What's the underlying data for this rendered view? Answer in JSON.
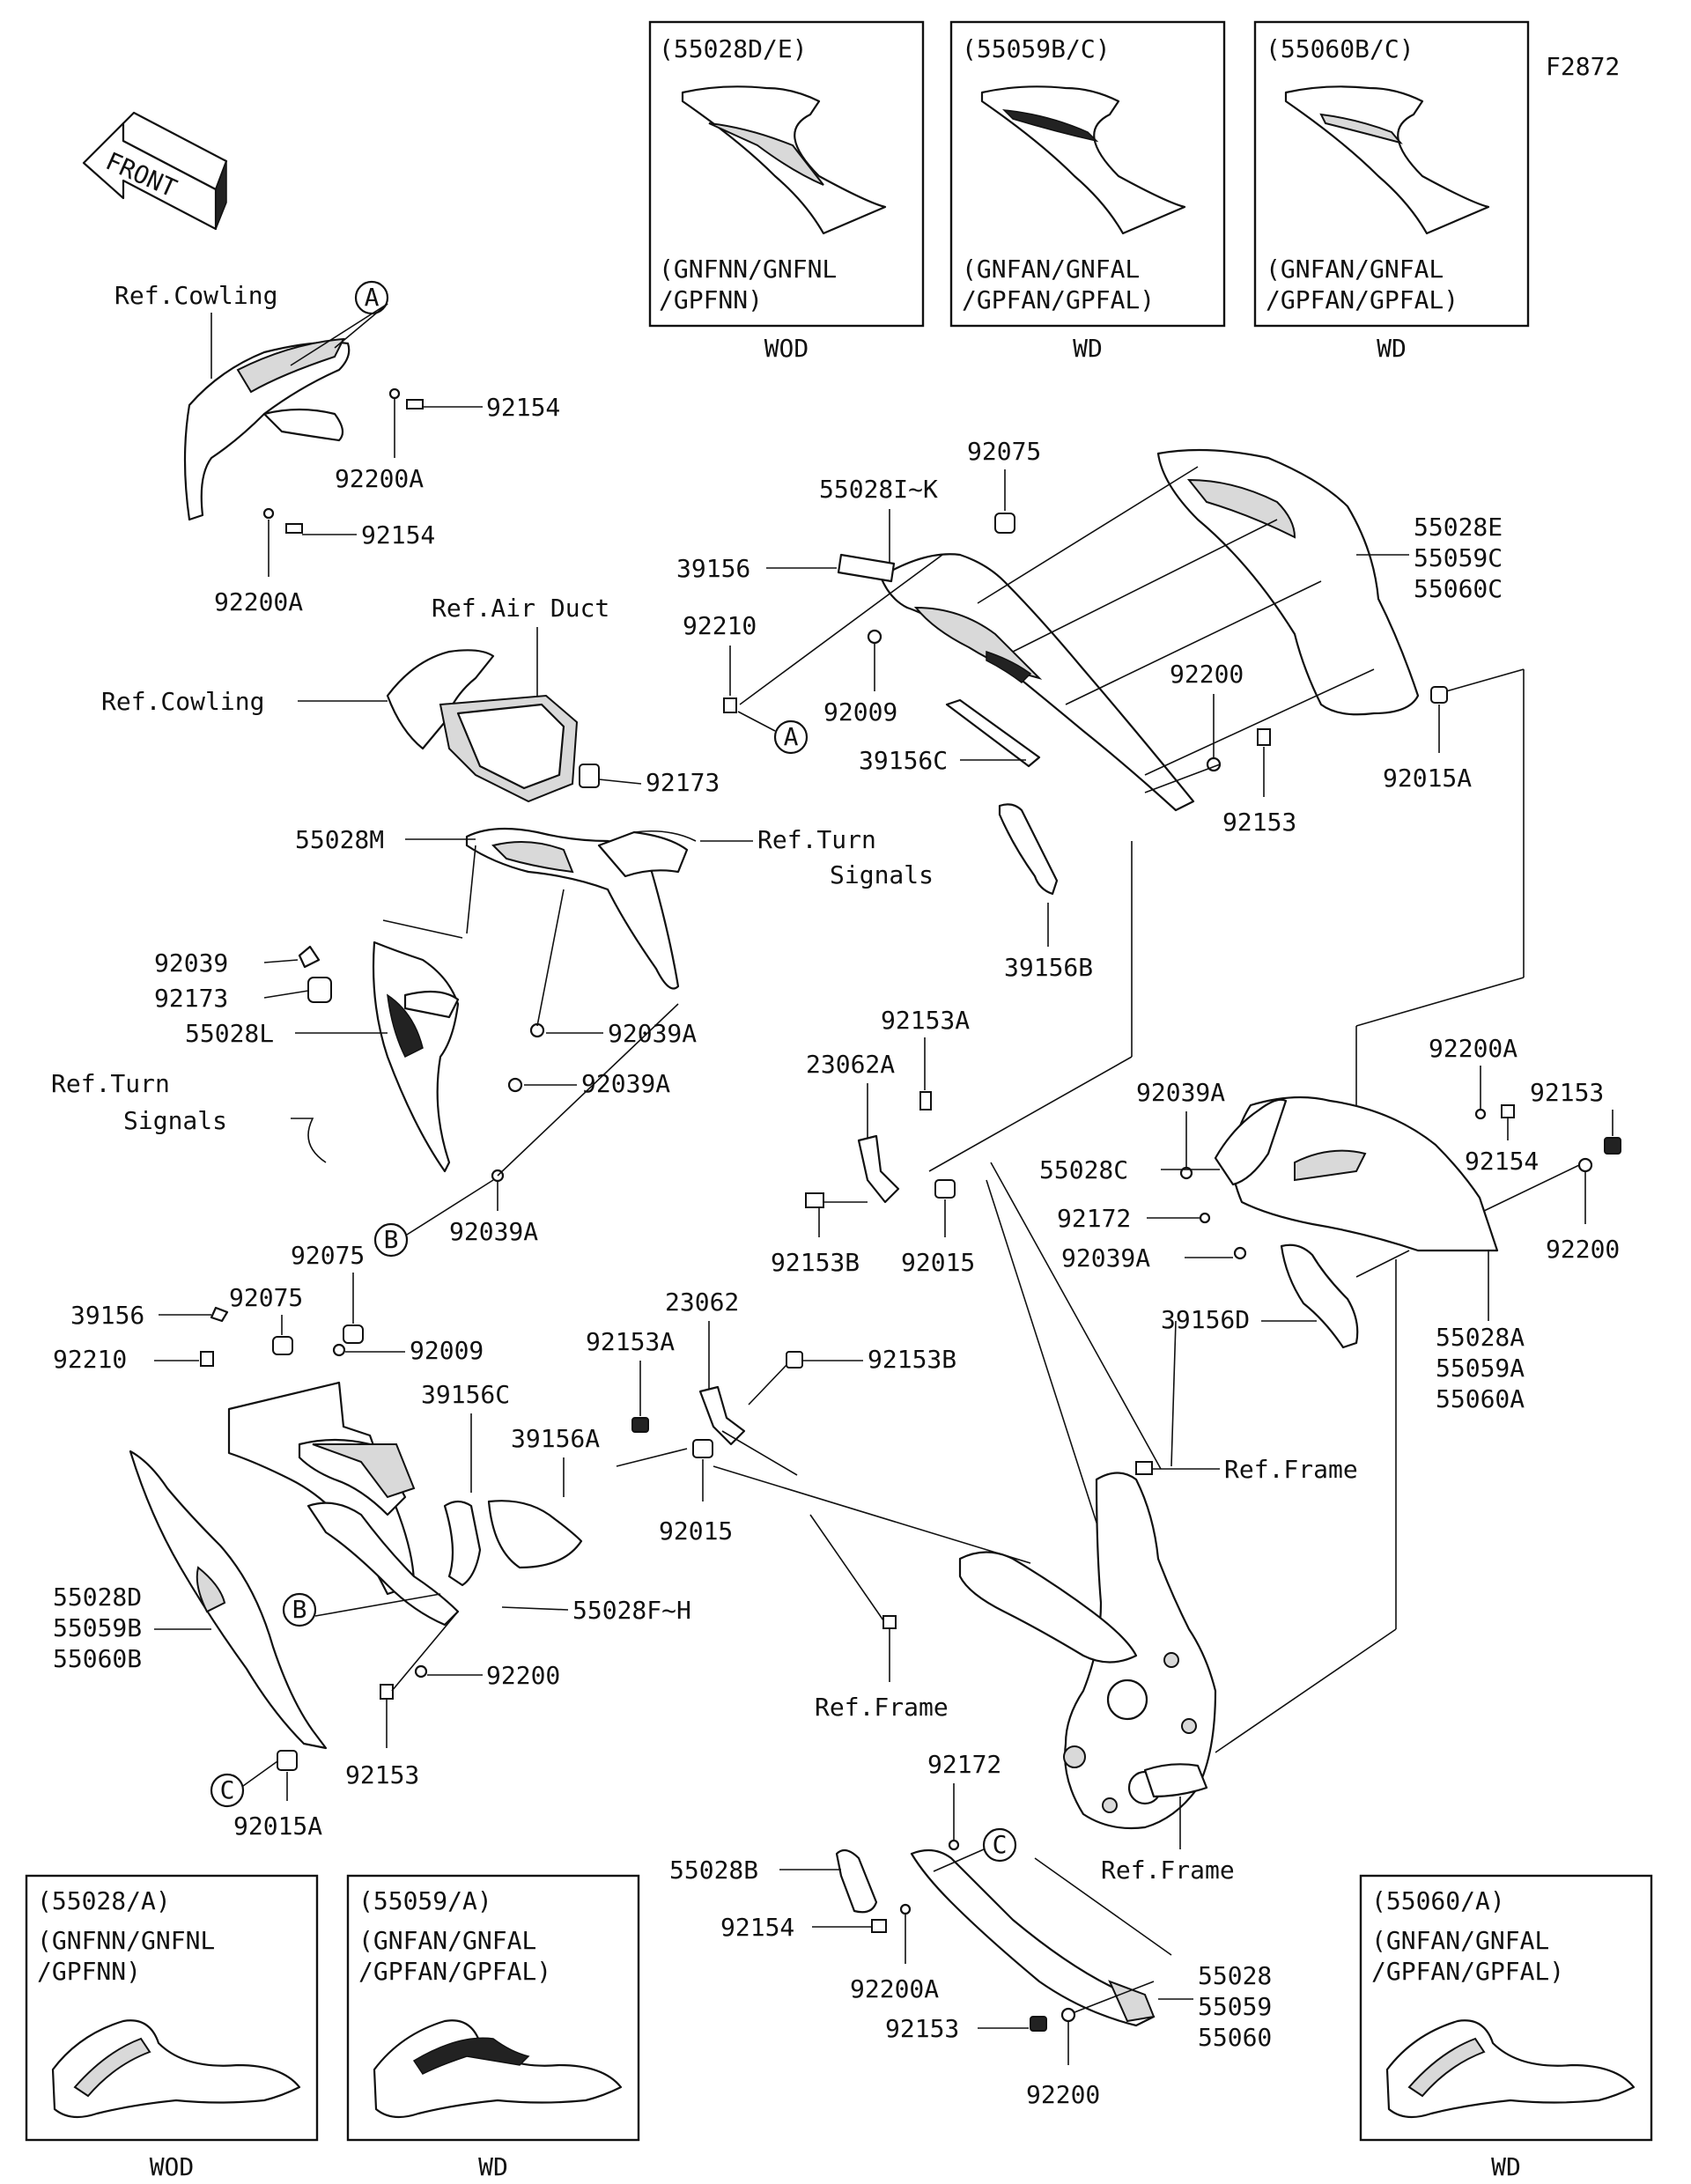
{
  "figure_code": "F2872",
  "front_label": "FRONT",
  "variant_boxes": {
    "top_1": {
      "title": "(55028D/E)",
      "line1": "(GNFNN/GNFNL",
      "line2": "/GPFNN)",
      "caption": "WOD"
    },
    "top_2": {
      "title": "(55059B/C)",
      "line1": "(GNFAN/GNFAL",
      "line2": "/GPFAN/GPFAL)",
      "caption": "WD"
    },
    "top_3": {
      "title": "(55060B/C)",
      "line1": "(GNFAN/GNFAL",
      "line2": "/GPFAN/GPFAL)",
      "caption": "WD"
    },
    "bottom_1": {
      "title": "(55028/A)",
      "line1": "(GNFNN/GNFNL",
      "line2": "/GPFNN)",
      "caption": "WOD"
    },
    "bottom_2": {
      "title": "(55059/A)",
      "line1": "(GNFAN/GNFAL",
      "line2": "/GPFAN/GPFAL)",
      "caption": "WD"
    },
    "bottom_3": {
      "title": "(55060/A)",
      "line1": "(GNFAN/GNFAL",
      "line2": "/GPFAN/GPFAL)",
      "caption": "WD"
    }
  },
  "reference_circles": {
    "a1": "A",
    "a2": "A",
    "b1": "B",
    "b2": "B",
    "c1": "C",
    "c2": "C"
  },
  "labels": {
    "ref_cowling_1": "Ref.Cowling",
    "p92154_1": "92154",
    "p92200A_1": "92200A",
    "p92154_2": "92154",
    "p92200A_2": "92200A",
    "ref_air_duct": "Ref.Air Duct",
    "ref_cowling_2": "Ref.Cowling",
    "p92173_1": "92173",
    "p55028M": "55028M",
    "ref_turn_1": "Ref.Turn",
    "signals_1": "Signals",
    "p92039": "92039",
    "p92173_2": "92173",
    "p55028L": "55028L",
    "p92039A_1": "92039A",
    "p92039A_2": "92039A",
    "ref_turn_2": "Ref.Turn",
    "signals_2": "Signals",
    "p92039A_3": "92039A",
    "p92075_1": "92075",
    "p55028I_K": "55028I~K",
    "p39156_1": "39156",
    "p92210_1": "92210",
    "p92009_1": "92009",
    "p39156C_1": "39156C",
    "p55028E": "55028E",
    "p55059C": "55059C",
    "p55060C": "55060C",
    "p92200_1": "92200",
    "p92153_1": "92153",
    "p92015A_1": "92015A",
    "p39156B": "39156B",
    "p92153A_1": "92153A",
    "p23062A": "23062A",
    "p92153B_1": "92153B",
    "p92015_1": "92015",
    "p92039A_4": "92039A",
    "p92200A_3": "92200A",
    "p92153_2": "92153",
    "p55028C": "55028C",
    "p92154_3": "92154",
    "p92172_1": "92172",
    "p92039A_5": "92039A",
    "p92200_2": "92200",
    "p39156D": "39156D",
    "p55028A": "55028A",
    "p55059A": "55059A",
    "p55060A": "55060A",
    "p92075_2": "92075",
    "p39156_2": "39156",
    "p92075_3": "92075",
    "p92009_2": "92009",
    "p92210_2": "92210",
    "p39156C_2": "39156C",
    "p39156A": "39156A",
    "p23062": "23062",
    "p92153A_2": "92153A",
    "p92153B_2": "92153B",
    "p92015_2": "92015",
    "ref_frame_1": "Ref.Frame",
    "p55028D": "55028D",
    "p55059B": "55059B",
    "p55060B": "55060B",
    "p55028F_H": "55028F~H",
    "p92200_3": "92200",
    "p92153_3": "92153",
    "p92015A_2": "92015A",
    "ref_frame_2": "Ref.Frame",
    "p92172_2": "92172",
    "p55028B": "55028B",
    "p92154_4": "92154",
    "p92200A_4": "92200A",
    "p92153_4": "92153",
    "p92200_4": "92200",
    "ref_frame_3": "Ref.Frame",
    "p55028": "55028",
    "p55059": "55059",
    "p55060": "55060"
  }
}
